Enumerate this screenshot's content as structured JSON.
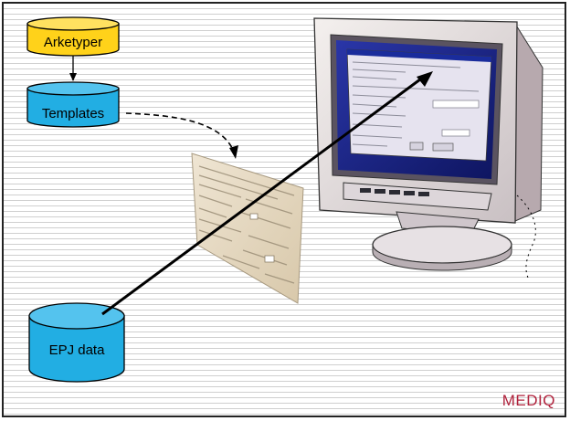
{
  "diagram": {
    "nodes": {
      "archetypes": {
        "label": "Arketyper",
        "color": "#ffd21a"
      },
      "templates": {
        "label": "Templates",
        "color": "#22aee3"
      },
      "ehr_data": {
        "label": "EPJ data",
        "color": "#22aee3"
      }
    },
    "brand": {
      "label": "MEDIQ",
      "color": "#b0213b"
    }
  }
}
